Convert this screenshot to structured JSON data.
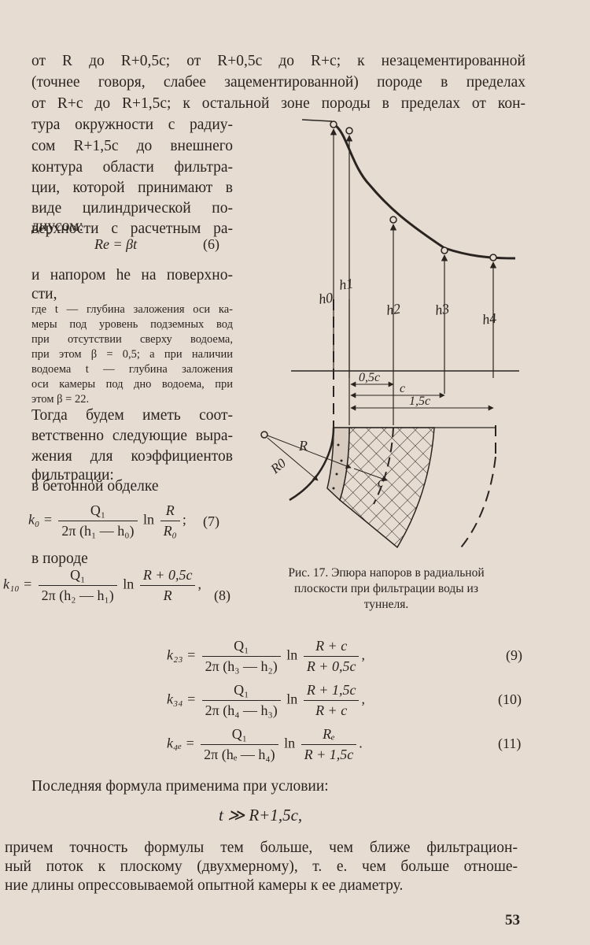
{
  "intro_lines": [
    "от R до R+0,5c; от R+0,5c до R+c; к незацементированной",
    "(точнее говоря, слабее зацементированной) породе в пределах",
    "от R+c до R+1,5c; к остальной зоне породы в пределах от кон-"
  ],
  "left_column_lines": [
    "тура окружности с радиу-",
    "сом  R+1,5c  до внешнего",
    "контура области фильтра-",
    "ции, которой принимают в",
    "виде  цилиндрической  по-",
    "верхности с расчетным ра-",
    "диусом:"
  ],
  "eq6": {
    "formula": "Re = βt",
    "number": "(6)"
  },
  "after_eq6_lines": [
    "и напором he на поверхно-",
    "сти,"
  ],
  "footnote_lines": [
    "где t — глубина заложения оси ка-",
    "меры под уровень подземных вод",
    "при отсутствии сверху водоема,",
    "при этом β = 0,5; а при наличии",
    "водоема  t — глубина заложения",
    "оси камеры под дно водоема, при",
    "этом β = 22."
  ],
  "then_lines": [
    "Тогда будем иметь соот-",
    "ветственно следующие выра-",
    "жения для коэффициентов",
    "фильтрации:"
  ],
  "concrete_label": "в бетонной обделке",
  "rock_label": "в породе",
  "equations": {
    "eq7": {
      "lhs": "k₀ =",
      "num": "Q₁",
      "den": "2π (h₁ — h₀)",
      "ln": "ln",
      "lnnum": "R",
      "lnden": "R₀",
      "tail": ";",
      "number": "(7)"
    },
    "eq8": {
      "lhs": "k₁₀ =",
      "num": "Q₁",
      "den": "2π (h₂ — h₁)",
      "ln": "ln",
      "lnnum": "R + 0,5c",
      "lnden": "R",
      "tail": ",",
      "number": "(8)"
    },
    "eq9": {
      "lhs": "k₂₃ =",
      "num": "Q₁",
      "den": "2π (h₃ — h₂)",
      "ln": "ln",
      "lnnum": "R + c",
      "lnden": "R + 0,5c",
      "tail": ",",
      "number": "(9)"
    },
    "eq10": {
      "lhs": "k₃₄ =",
      "num": "Q₁",
      "den": "2π (h₄ — h₃)",
      "ln": "ln",
      "lnnum": "R + 1,5c",
      "lnden": "R + c",
      "tail": ",",
      "number": "(10)"
    },
    "eq11": {
      "lhs": "k₄ₑ =",
      "num": "Q₁",
      "den": "2π (hₑ — h₄)",
      "ln": "ln",
      "lnnum": "Rₑ",
      "lnden": "R + 1,5c",
      "tail": ".",
      "number": "(11)"
    }
  },
  "figure": {
    "caption_lines": [
      "Рис. 17. Эпюра напоров в радиальной",
      "плоскости при фильтрации воды из",
      "туннеля."
    ],
    "labels": {
      "h0": "h0",
      "h1": "h1",
      "h2": "h2",
      "h3": "h3",
      "h4": "h4",
      "half_c": "0,5c",
      "c": "c",
      "one_half_c": "1,5c",
      "R": "R",
      "R0": "R0",
      "c_radial": "c"
    }
  },
  "condition_intro": "Последняя формула применима при условии:",
  "condition": "t ≫ R+1,5c,",
  "closing_lines": [
    "причем точность формулы тем больше, чем ближе фильтрацион-",
    "ный поток к плоскому (двухмерному), т. е. чем больше отноше-",
    "ние длины опрессовываемой опытной камеры к ее диаметру."
  ],
  "page_number": "53"
}
